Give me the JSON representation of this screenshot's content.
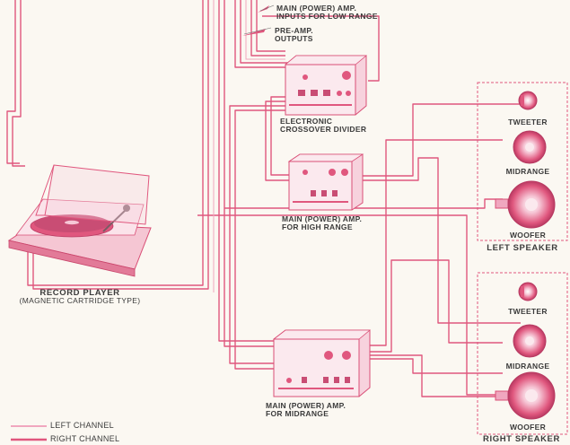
{
  "labels": {
    "main_amp_low_1": "MAIN (POWER) AMP.",
    "main_amp_low_2": "INPUTS FOR LOW RANGE",
    "preamp_1": "PRE-AMP.",
    "preamp_2": "OUTPUTS",
    "crossover_1": "ELECTRONIC",
    "crossover_2": "CROSSOVER DIVIDER",
    "high_amp_1": "MAIN (POWER) AMP.",
    "high_amp_2": "FOR HIGH RANGE",
    "mid_amp_1": "MAIN (POWER) AMP.",
    "mid_amp_2": "FOR MIDRANGE",
    "record_player_1": "RECORD PLAYER",
    "record_player_2": "(MAGNETIC CARTRIDGE TYPE)",
    "left_tweeter": "TWEETER",
    "left_midrange": "MIDRANGE",
    "left_woofer": "WOOFER",
    "left_speaker": "LEFT SPEAKER",
    "right_tweeter": "TWEETER",
    "right_midrange": "MIDRANGE",
    "right_woofer": "WOOFER",
    "right_speaker": "RIGHT SPEAKER"
  },
  "legend": {
    "left_channel": "LEFT CHANNEL",
    "right_channel": "RIGHT CHANNEL"
  },
  "colors": {
    "wire": "#e0577e",
    "wire_light": "#f0a7bf",
    "cabinet": "#f7d2dd",
    "panel": "#fbe9ee",
    "text": "#3b3b3b"
  }
}
